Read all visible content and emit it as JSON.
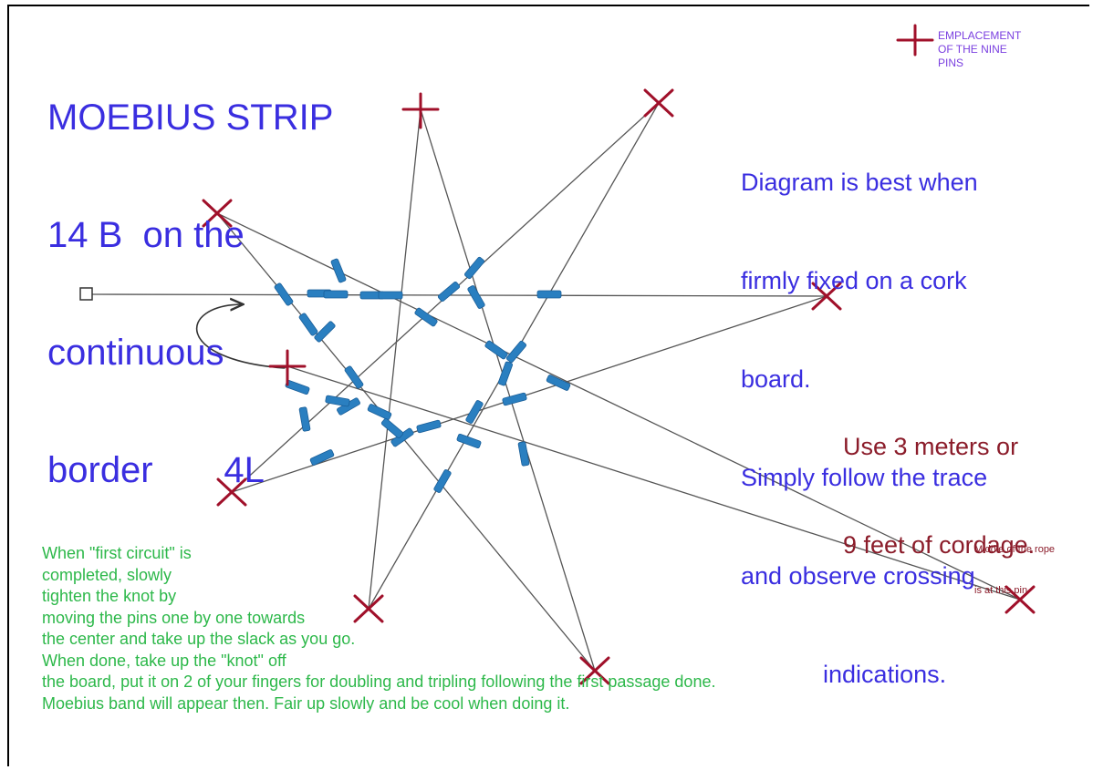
{
  "title": {
    "lines": [
      "MOEBIUS STRIP",
      "14 B  on the",
      "continuous",
      "border       4L"
    ]
  },
  "legend": {
    "text": "EMPLACEMENT\nOF THE NINE\nPINS"
  },
  "instructions": {
    "lines": [
      "Diagram is best when",
      "firmly fixed on a cork",
      "board.",
      "Simply follow the trace",
      "and observe crossing",
      "            indications."
    ]
  },
  "cordage": {
    "lines": [
      "Use 3 meters or",
      "9 feet of cordage."
    ]
  },
  "middle_note": {
    "lines": [
      "Middle of the rope",
      "is at this pin"
    ]
  },
  "green_notes": {
    "lines": [
      "When \"first circuit\" is",
      "completed, slowly",
      "tighten the knot by",
      "moving the pins one by one towards",
      "the center and take up the slack as you go.",
      "When done, take up the \"knot\" off",
      "the board, put it on 2 of your fingers for doubling and tripling following the first passage done.",
      "Moebius band will appear then. Fair up slowly and be cool when doing it."
    ]
  },
  "colors": {
    "title": "#3a2ee0",
    "pins": "#a0102a",
    "crossings": "#2a7fc0",
    "notes_green": "#2db84a",
    "notes_red": "#8b1c2a",
    "cord": "#555555"
  }
}
